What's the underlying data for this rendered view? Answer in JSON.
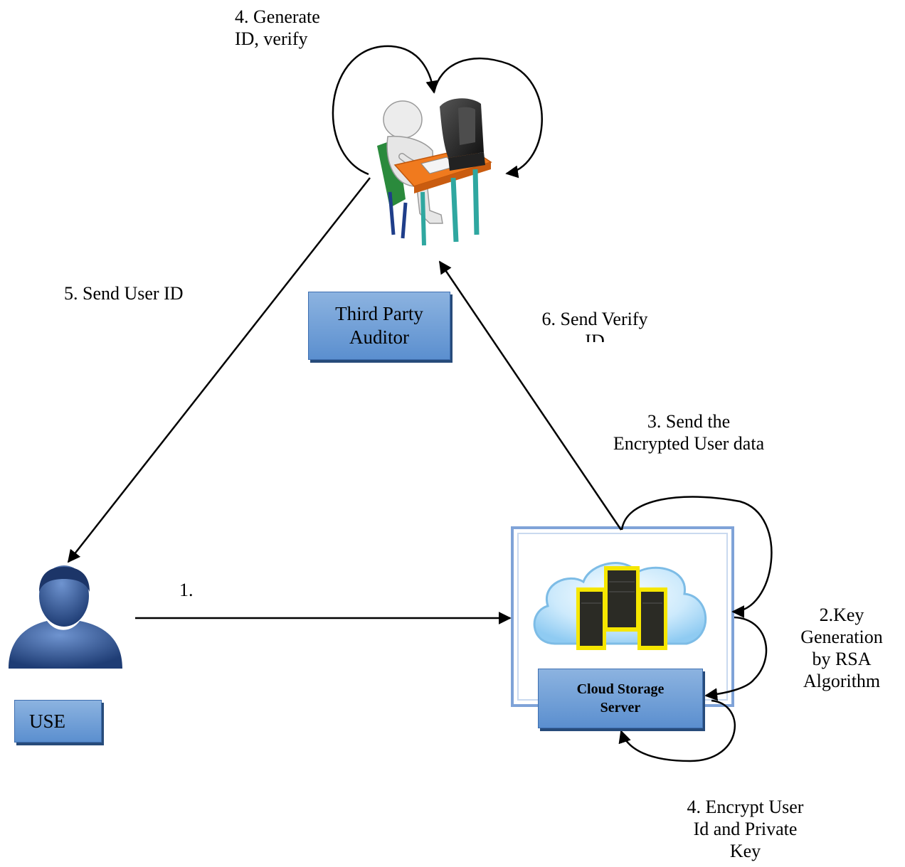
{
  "nodes": {
    "auditor": {
      "lines": [
        "Third Party",
        "Auditor"
      ]
    },
    "user": {
      "label": "USE"
    },
    "server": {
      "lines": [
        "Cloud Storage",
        "Server"
      ]
    }
  },
  "steps": {
    "s1": "1.",
    "s2": [
      "2.Key",
      "Generation",
      "by RSA",
      "Algorithm"
    ],
    "s3": [
      "3. Send the",
      "Encrypted User data"
    ],
    "s4_generate": [
      "4. Generate",
      "ID, verify"
    ],
    "s4_encrypt": [
      "4. Encrypt User",
      "Id and Private",
      "Key"
    ],
    "s5": "5. Send User ID",
    "s6": [
      "6. Send Verify",
      "ID"
    ]
  },
  "colors": {
    "box_fill_top": "#8cb3e0",
    "box_fill_bottom": "#5b8fcf",
    "box_border": "#3f6fb0",
    "server_frame": "#7fa3d8",
    "cloud": "#bfe3fb",
    "server_rack_trim": "#f5e600",
    "user_silhouette": "#2c4f8c",
    "desk": "#f07a1e",
    "table_leg": "#2fa7a0",
    "chair": "#2a8a3c"
  },
  "icons": {
    "auditor": "person-at-computer-icon",
    "user": "user-silhouette-icon",
    "server": "cloud-server-icon"
  }
}
